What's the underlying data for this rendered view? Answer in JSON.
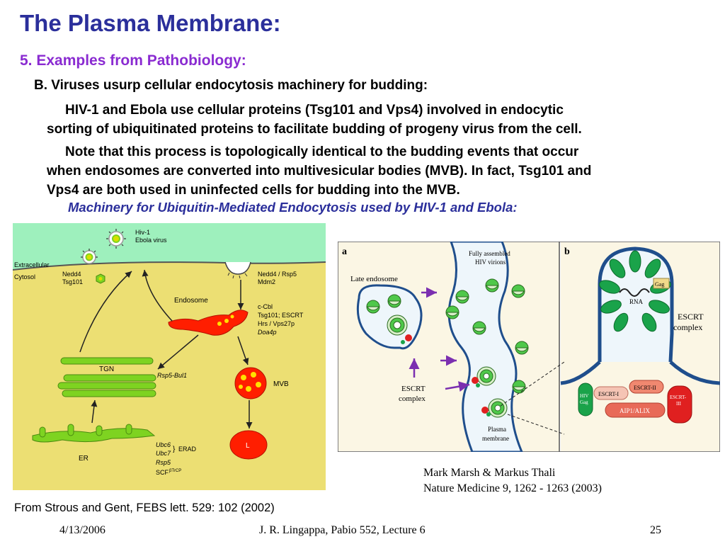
{
  "slide": {
    "title": "The Plasma Membrane:",
    "subtitle": "5.  Examples from Pathobiology:",
    "point_b": "B.  Viruses usurp cellular endocytosis machinery for budding:",
    "paragraph1_line1": "HIV-1 and Ebola use cellular proteins (Tsg101 and Vps4) involved in endocytic",
    "paragraph1_line2": "sorting of ubiquitinated proteins to facilitate budding of progeny virus from the cell.",
    "paragraph2_line1": "Note that this process is topologically identical to the budding events that occur",
    "paragraph2_line2": "when endosomes are converted into multivesicular bodies (MVB).  In fact, Tsg101 and",
    "paragraph2_line3": "Vps4 are both used in uninfected cells for budding into the MVB.",
    "figure_caption": "Machinery for Ubiquitin-Mediated Endocytosis used by HIV-1 and Ebola:"
  },
  "figure_left": {
    "hiv_label": "Hiv-1",
    "ebola_label": "Ebola virus",
    "extracellular": "Extracellular",
    "cytosol": "Cytosol",
    "nedd4": "Nedd4",
    "tsg101": "Tsg101",
    "nedd4_rsp5": "Nedd4 / Rsp5",
    "mdm2": "Mdm2",
    "endosome": "Endosome",
    "ccbl": "c-Cbl",
    "tsg101_escrt": "Tsg101; ESCRT",
    "hrs_vps27p": "Hrs / Vps27p",
    "doa4p": "Doa4p",
    "tgn": "TGN",
    "rsp5_bul1": "Rsp5-Bul1",
    "mvb": "MVB",
    "lysosome": "L",
    "er": "ER",
    "ubc6": "Ubc6",
    "ubc7": "Ubc7",
    "erad": "ERAD",
    "rsp5": "Rsp5",
    "scf": "SCF",
    "scf_sup": "βTrCP"
  },
  "figure_right": {
    "panel_a": "a",
    "panel_b": "b",
    "late_endosome": "Late endosome",
    "fully_assembled": "Fully assembled",
    "hiv_virions": "HIV virions",
    "escrt_complex_a1": "ESCRT",
    "escrt_complex_a2": "complex",
    "plasma": "Plasma",
    "membrane": "membrane",
    "gag": "Gag",
    "rna": "RNA",
    "escrt_b1": "ESCRT",
    "escrt_b2": "complex",
    "hiv_gag1": "HIV",
    "hiv_gag2": "Gag",
    "escrt_i": "ESCRT-I",
    "escrt_ii": "ESCRT-II",
    "escrt_iii1": "ESCRT-",
    "escrt_iii2": "III",
    "aip1": "AIP1/ALIX"
  },
  "credits": {
    "authors": "Mark Marsh & Markus Thali",
    "journal": "Nature Medicine 9, 1262 - 1263 (2003)",
    "source": "From Strous and Gent, FEBS lett. 529: 102 (2002)"
  },
  "footer": {
    "date": "4/13/2006",
    "course": "J. R. Lingappa, Pabio 552, Lecture 6",
    "page": "25"
  },
  "colors": {
    "title": "#2b2f9b",
    "subtitle": "#8a2bd1",
    "fig_bg_green": "#9ef0bd",
    "fig_bg_yellow": "#ecdf73",
    "organelle_green": "#7ed321",
    "organelle_red": "#ff1e00",
    "membrane_blue": "#1f4e8c"
  }
}
